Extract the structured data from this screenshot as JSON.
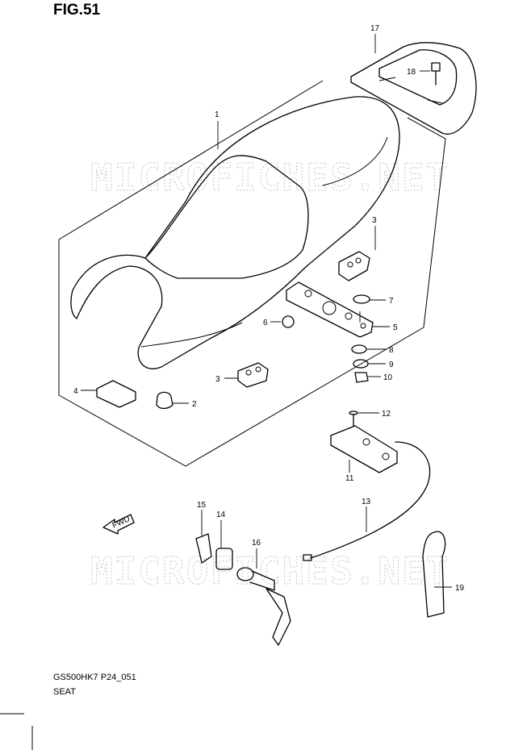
{
  "figure": {
    "title": "FIG.51",
    "code": "GS500HK7 P24_051",
    "name": "SEAT"
  },
  "watermark": "MICROFICHES.NET",
  "fwd_label": "FWD",
  "callouts": [
    {
      "id": "1",
      "label": "1"
    },
    {
      "id": "2",
      "label": "2"
    },
    {
      "id": "3a",
      "label": "3"
    },
    {
      "id": "3b",
      "label": "3"
    },
    {
      "id": "4",
      "label": "4"
    },
    {
      "id": "5",
      "label": "5"
    },
    {
      "id": "6",
      "label": "6"
    },
    {
      "id": "7",
      "label": "7"
    },
    {
      "id": "8",
      "label": "8"
    },
    {
      "id": "9",
      "label": "9"
    },
    {
      "id": "10",
      "label": "10"
    },
    {
      "id": "11",
      "label": "11"
    },
    {
      "id": "12",
      "label": "12"
    },
    {
      "id": "13",
      "label": "13"
    },
    {
      "id": "14",
      "label": "14"
    },
    {
      "id": "15",
      "label": "15"
    },
    {
      "id": "16",
      "label": "16"
    },
    {
      "id": "17",
      "label": "17"
    },
    {
      "id": "18",
      "label": "18"
    },
    {
      "id": "19",
      "label": "19"
    }
  ]
}
